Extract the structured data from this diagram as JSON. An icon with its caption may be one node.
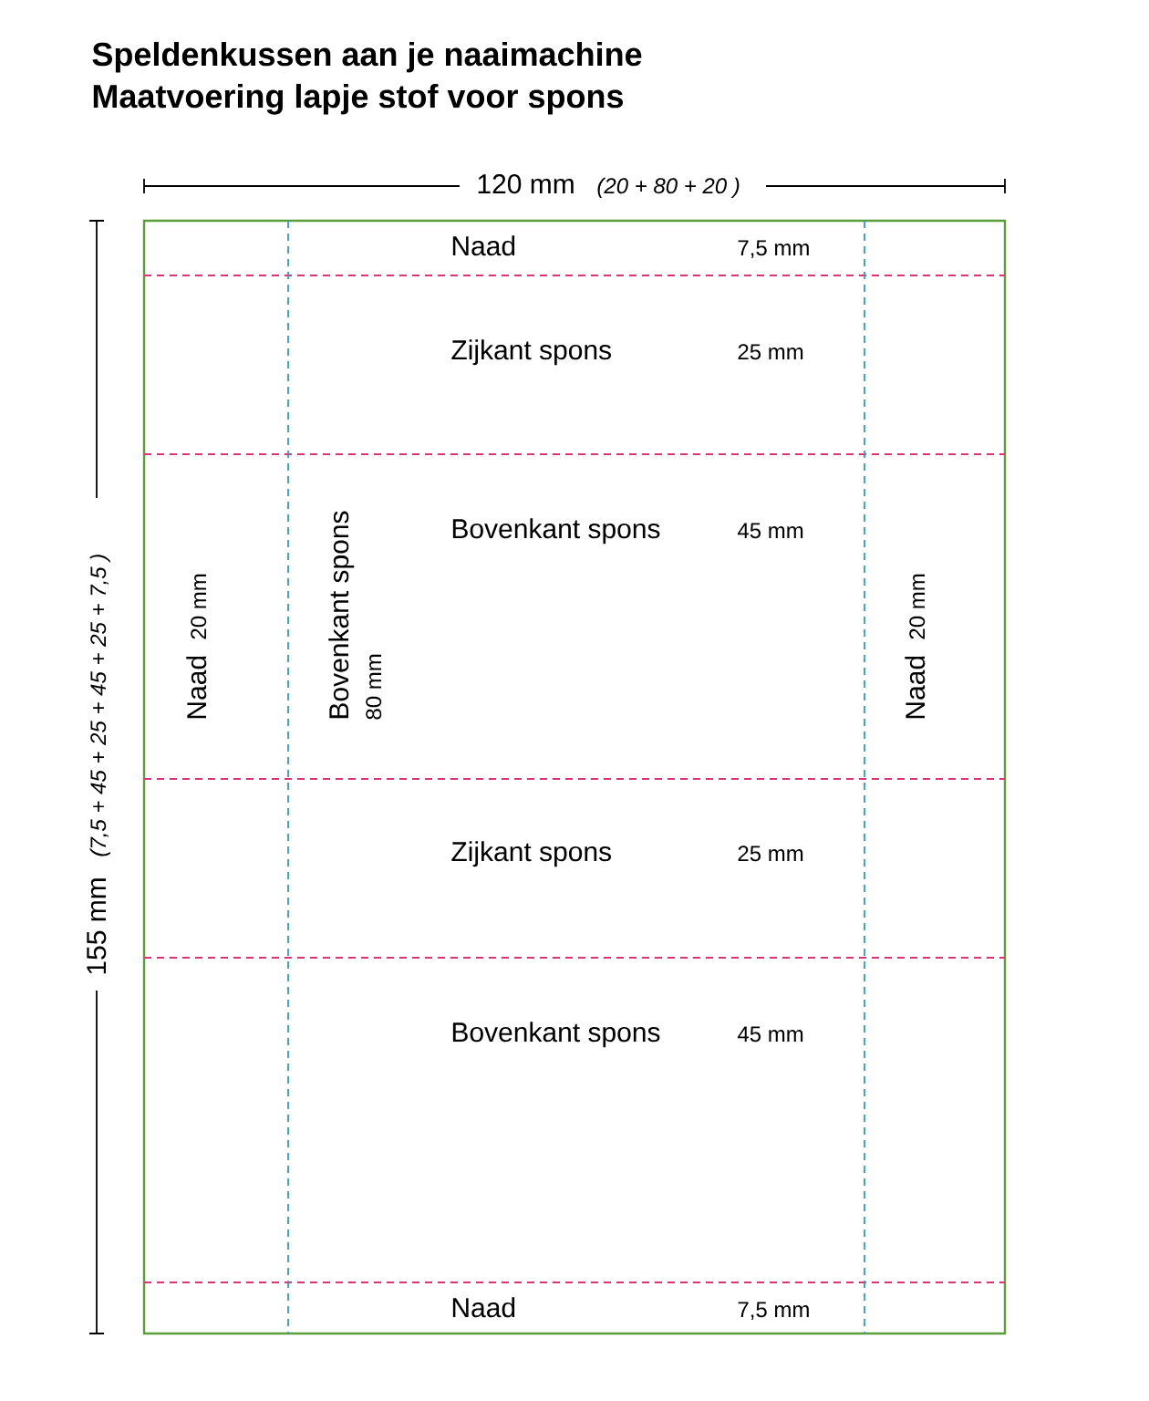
{
  "diagram": {
    "title": "Speldenkussen aan je naaimachine",
    "labels": [
      "Maatvoering lapje stof voor spons",
      "120 mm",
      "(20 + 80 + 20 )",
      "155 mm",
      "(7,5 + 45 + 25 + 45 + 25 + 7,5 )",
      "Naad",
      "7,5 mm",
      "Zijkant spons",
      "25 mm",
      "Bovenkant spons",
      "45 mm",
      "Naad",
      "20 mm",
      "Bovenkant spons",
      "80 mm",
      "Naad",
      "20 mm",
      "Zijkant spons",
      "25 mm",
      "Bovenkant spons",
      "45 mm",
      "Naad",
      "7,5 mm"
    ]
  }
}
